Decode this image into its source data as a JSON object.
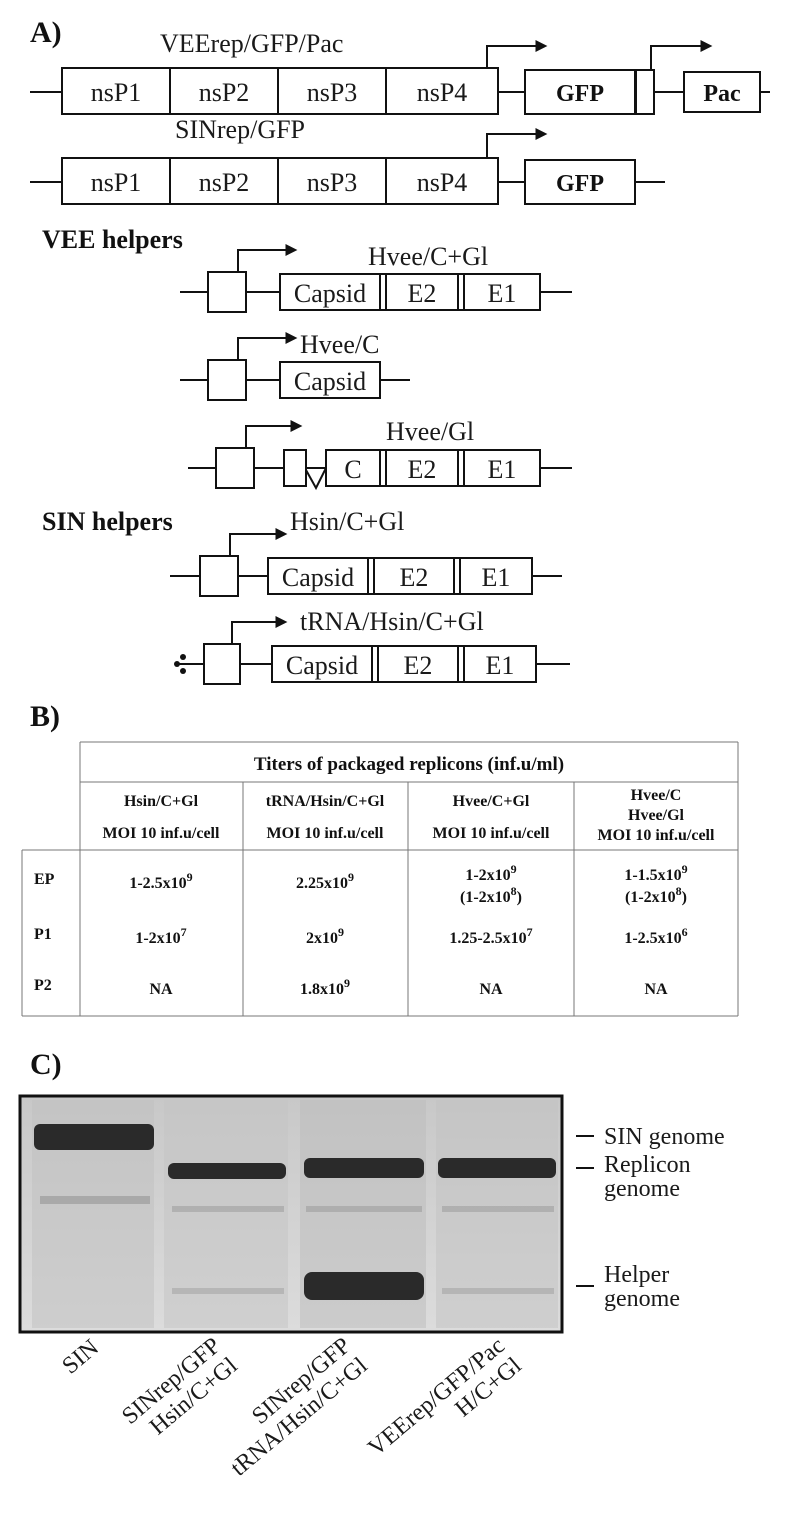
{
  "panels": {
    "a": "A)",
    "b": "B)",
    "c": "C)"
  },
  "constructs": {
    "vee_replicon": {
      "title": "VEErep/GFP/Pac",
      "genes": [
        "nsP1",
        "nsP2",
        "nsP3",
        "nsP4"
      ],
      "gfp": "GFP",
      "pac": "Pac"
    },
    "sin_replicon": {
      "title": "SINrep/GFP",
      "genes": [
        "nsP1",
        "nsP2",
        "nsP3",
        "nsP4"
      ],
      "gfp": "GFP"
    }
  },
  "vee_helpers": {
    "heading": "VEE helpers",
    "h1": {
      "title": "Hvee/C+Gl",
      "capsid": "Capsid",
      "e2": "E2",
      "e1": "E1"
    },
    "h2": {
      "title": "Hvee/C",
      "capsid": "Capsid"
    },
    "h3": {
      "title": "Hvee/Gl",
      "c": "C",
      "e2": "E2",
      "e1": "E1"
    }
  },
  "sin_helpers": {
    "heading": "SIN helpers",
    "h1": {
      "title": "Hsin/C+Gl",
      "capsid": "Capsid",
      "e2": "E2",
      "e1": "E1"
    },
    "h2": {
      "title": "tRNA/Hsin/C+Gl",
      "capsid": "Capsid",
      "e2": "E2",
      "e1": "E1"
    }
  },
  "table": {
    "title": "Titers of packaged replicons (inf.u/ml)",
    "columns": [
      {
        "line1": "Hsin/C+Gl",
        "line2": "",
        "moi": "MOI 10 inf.u/cell"
      },
      {
        "line1": "tRNA/Hsin/C+Gl",
        "line2": "",
        "moi": "MOI 10 inf.u/cell"
      },
      {
        "line1": "Hvee/C+Gl",
        "line2": "",
        "moi": "MOI 10 inf.u/cell"
      },
      {
        "line1": "Hvee/C",
        "line2": "Hvee/Gl",
        "moi": "MOI 10 inf.u/cell"
      }
    ],
    "rows": [
      {
        "label": "EP",
        "cells": [
          {
            "base": "1-2.5x10",
            "exp": "9",
            "note": "",
            "note_exp": "",
            "note_tail": ""
          },
          {
            "base": "2.25x10",
            "exp": "9",
            "note": "",
            "note_exp": "",
            "note_tail": ""
          },
          {
            "base": "1-2x10",
            "exp": "9",
            "note": "(1-2x10",
            "note_exp": "8",
            "note_tail": ")"
          },
          {
            "base": "1-1.5x10",
            "exp": "9",
            "note": "(1-2x10",
            "note_exp": "8",
            "note_tail": ")"
          }
        ]
      },
      {
        "label": "P1",
        "cells": [
          {
            "base": "1-2x10",
            "exp": "7"
          },
          {
            "base": "2x10",
            "exp": "9"
          },
          {
            "base": "1.25-2.5x10",
            "exp": "7"
          },
          {
            "base": "1-2.5x10",
            "exp": "6"
          }
        ]
      },
      {
        "label": "P2",
        "cells": [
          {
            "base": "NA",
            "exp": ""
          },
          {
            "base": "1.8x10",
            "exp": "9"
          },
          {
            "base": "NA",
            "exp": ""
          },
          {
            "base": "NA",
            "exp": ""
          }
        ]
      }
    ]
  },
  "gel": {
    "bands": [
      "SIN genome",
      "Replicon",
      "genome",
      "Helper",
      "genome"
    ],
    "lanes": [
      {
        "l1": "SIN",
        "l2": ""
      },
      {
        "l1": "SINrep/GFP",
        "l2": "Hsin/C+Gl"
      },
      {
        "l1": "SINrep/GFP",
        "l2": "tRNA/Hsin/C+Gl"
      },
      {
        "l1": "VEErep/GFP/Pac",
        "l2": "H/C+Gl"
      }
    ]
  },
  "colors": {
    "ink": "#111111",
    "gel_bg": "#cfcfcf",
    "band": "#2a2a2a"
  }
}
